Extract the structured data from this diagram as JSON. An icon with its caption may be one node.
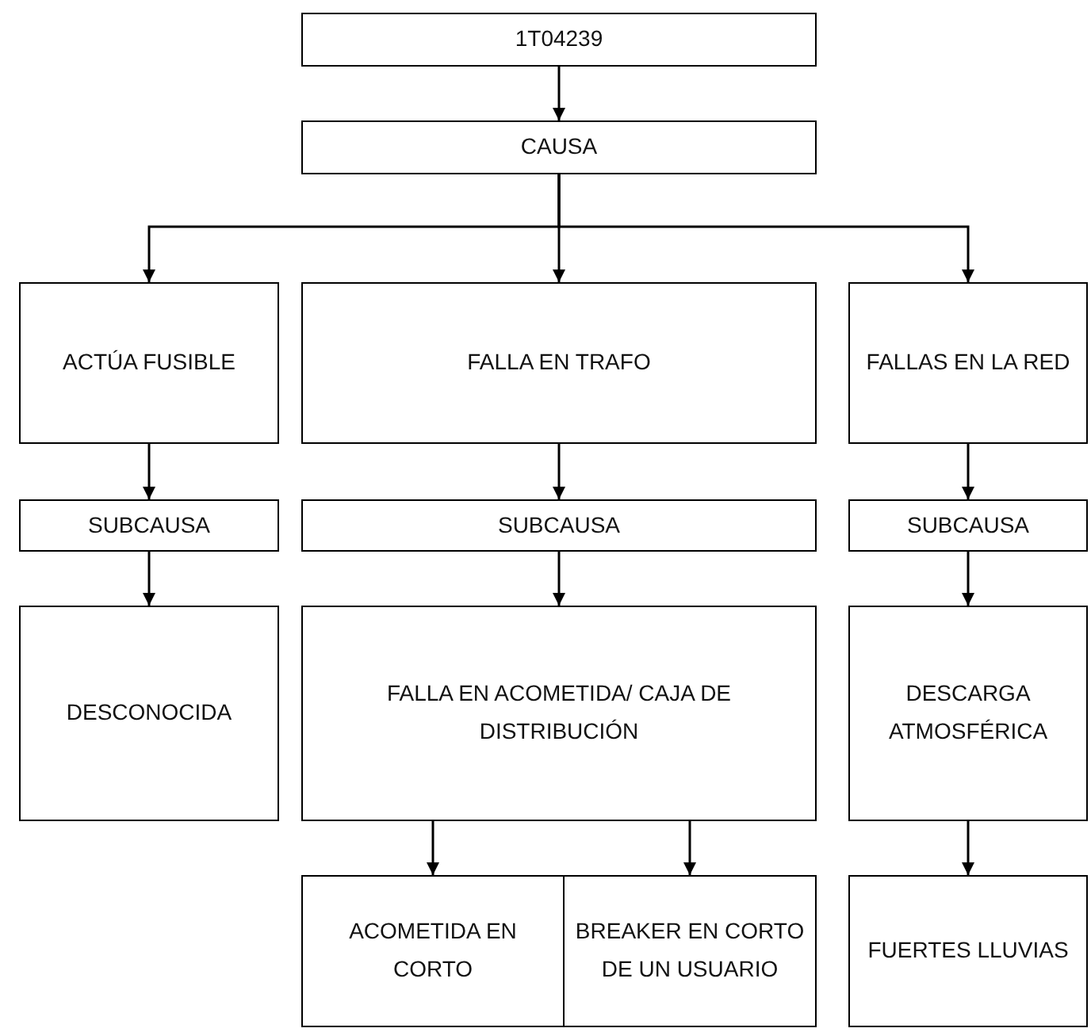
{
  "diagram": {
    "nodes": [
      {
        "text": [
          "1T04239"
        ]
      },
      {
        "text": [
          "CAUSA"
        ]
      },
      {
        "text": [
          "ACTÚA FUSIBLE"
        ]
      },
      {
        "text": [
          "FALLA EN TRAFO"
        ]
      },
      {
        "text": [
          "FALLAS EN LA RED"
        ]
      },
      {
        "text": [
          "SUBCAUSA"
        ]
      },
      {
        "text": [
          "SUBCAUSA"
        ]
      },
      {
        "text": [
          "SUBCAUSA"
        ]
      },
      {
        "text": [
          "DESCONOCIDA"
        ]
      },
      {
        "text": [
          "FALLA EN ACOMETIDA/ CAJA DE DISTRIBUCIÓN"
        ]
      },
      {
        "text": [
          "DESCARGA ATMOSFÉRICA"
        ]
      },
      {
        "text": [
          "ACOMETIDA EN CORTO"
        ]
      },
      {
        "text": [
          "BREAKER EN CORTO DE UN USUARIO"
        ]
      },
      {
        "text": [
          "FUERTES LLUVIAS"
        ]
      }
    ],
    "edges": [
      {
        "from": 0,
        "to": 1,
        "arrow": "to"
      },
      {
        "from": 1,
        "to": 2,
        "arrow": "to"
      },
      {
        "from": 1,
        "to": 3,
        "arrow": "to"
      },
      {
        "from": 1,
        "to": 4,
        "arrow": "to"
      },
      {
        "from": 2,
        "to": 5,
        "arrow": "to"
      },
      {
        "from": 3,
        "to": 6,
        "arrow": "to"
      },
      {
        "from": 4,
        "to": 7,
        "arrow": "to"
      },
      {
        "from": 5,
        "to": 8,
        "arrow": "to"
      },
      {
        "from": 6,
        "to": 9,
        "arrow": "to"
      },
      {
        "from": 7,
        "to": 10,
        "arrow": "to"
      },
      {
        "from": 9,
        "to": 11,
        "arrow": "to"
      },
      {
        "from": 9,
        "to": 12,
        "arrow": "to"
      },
      {
        "from": 10,
        "to": 13,
        "arrow": "to"
      }
    ]
  }
}
